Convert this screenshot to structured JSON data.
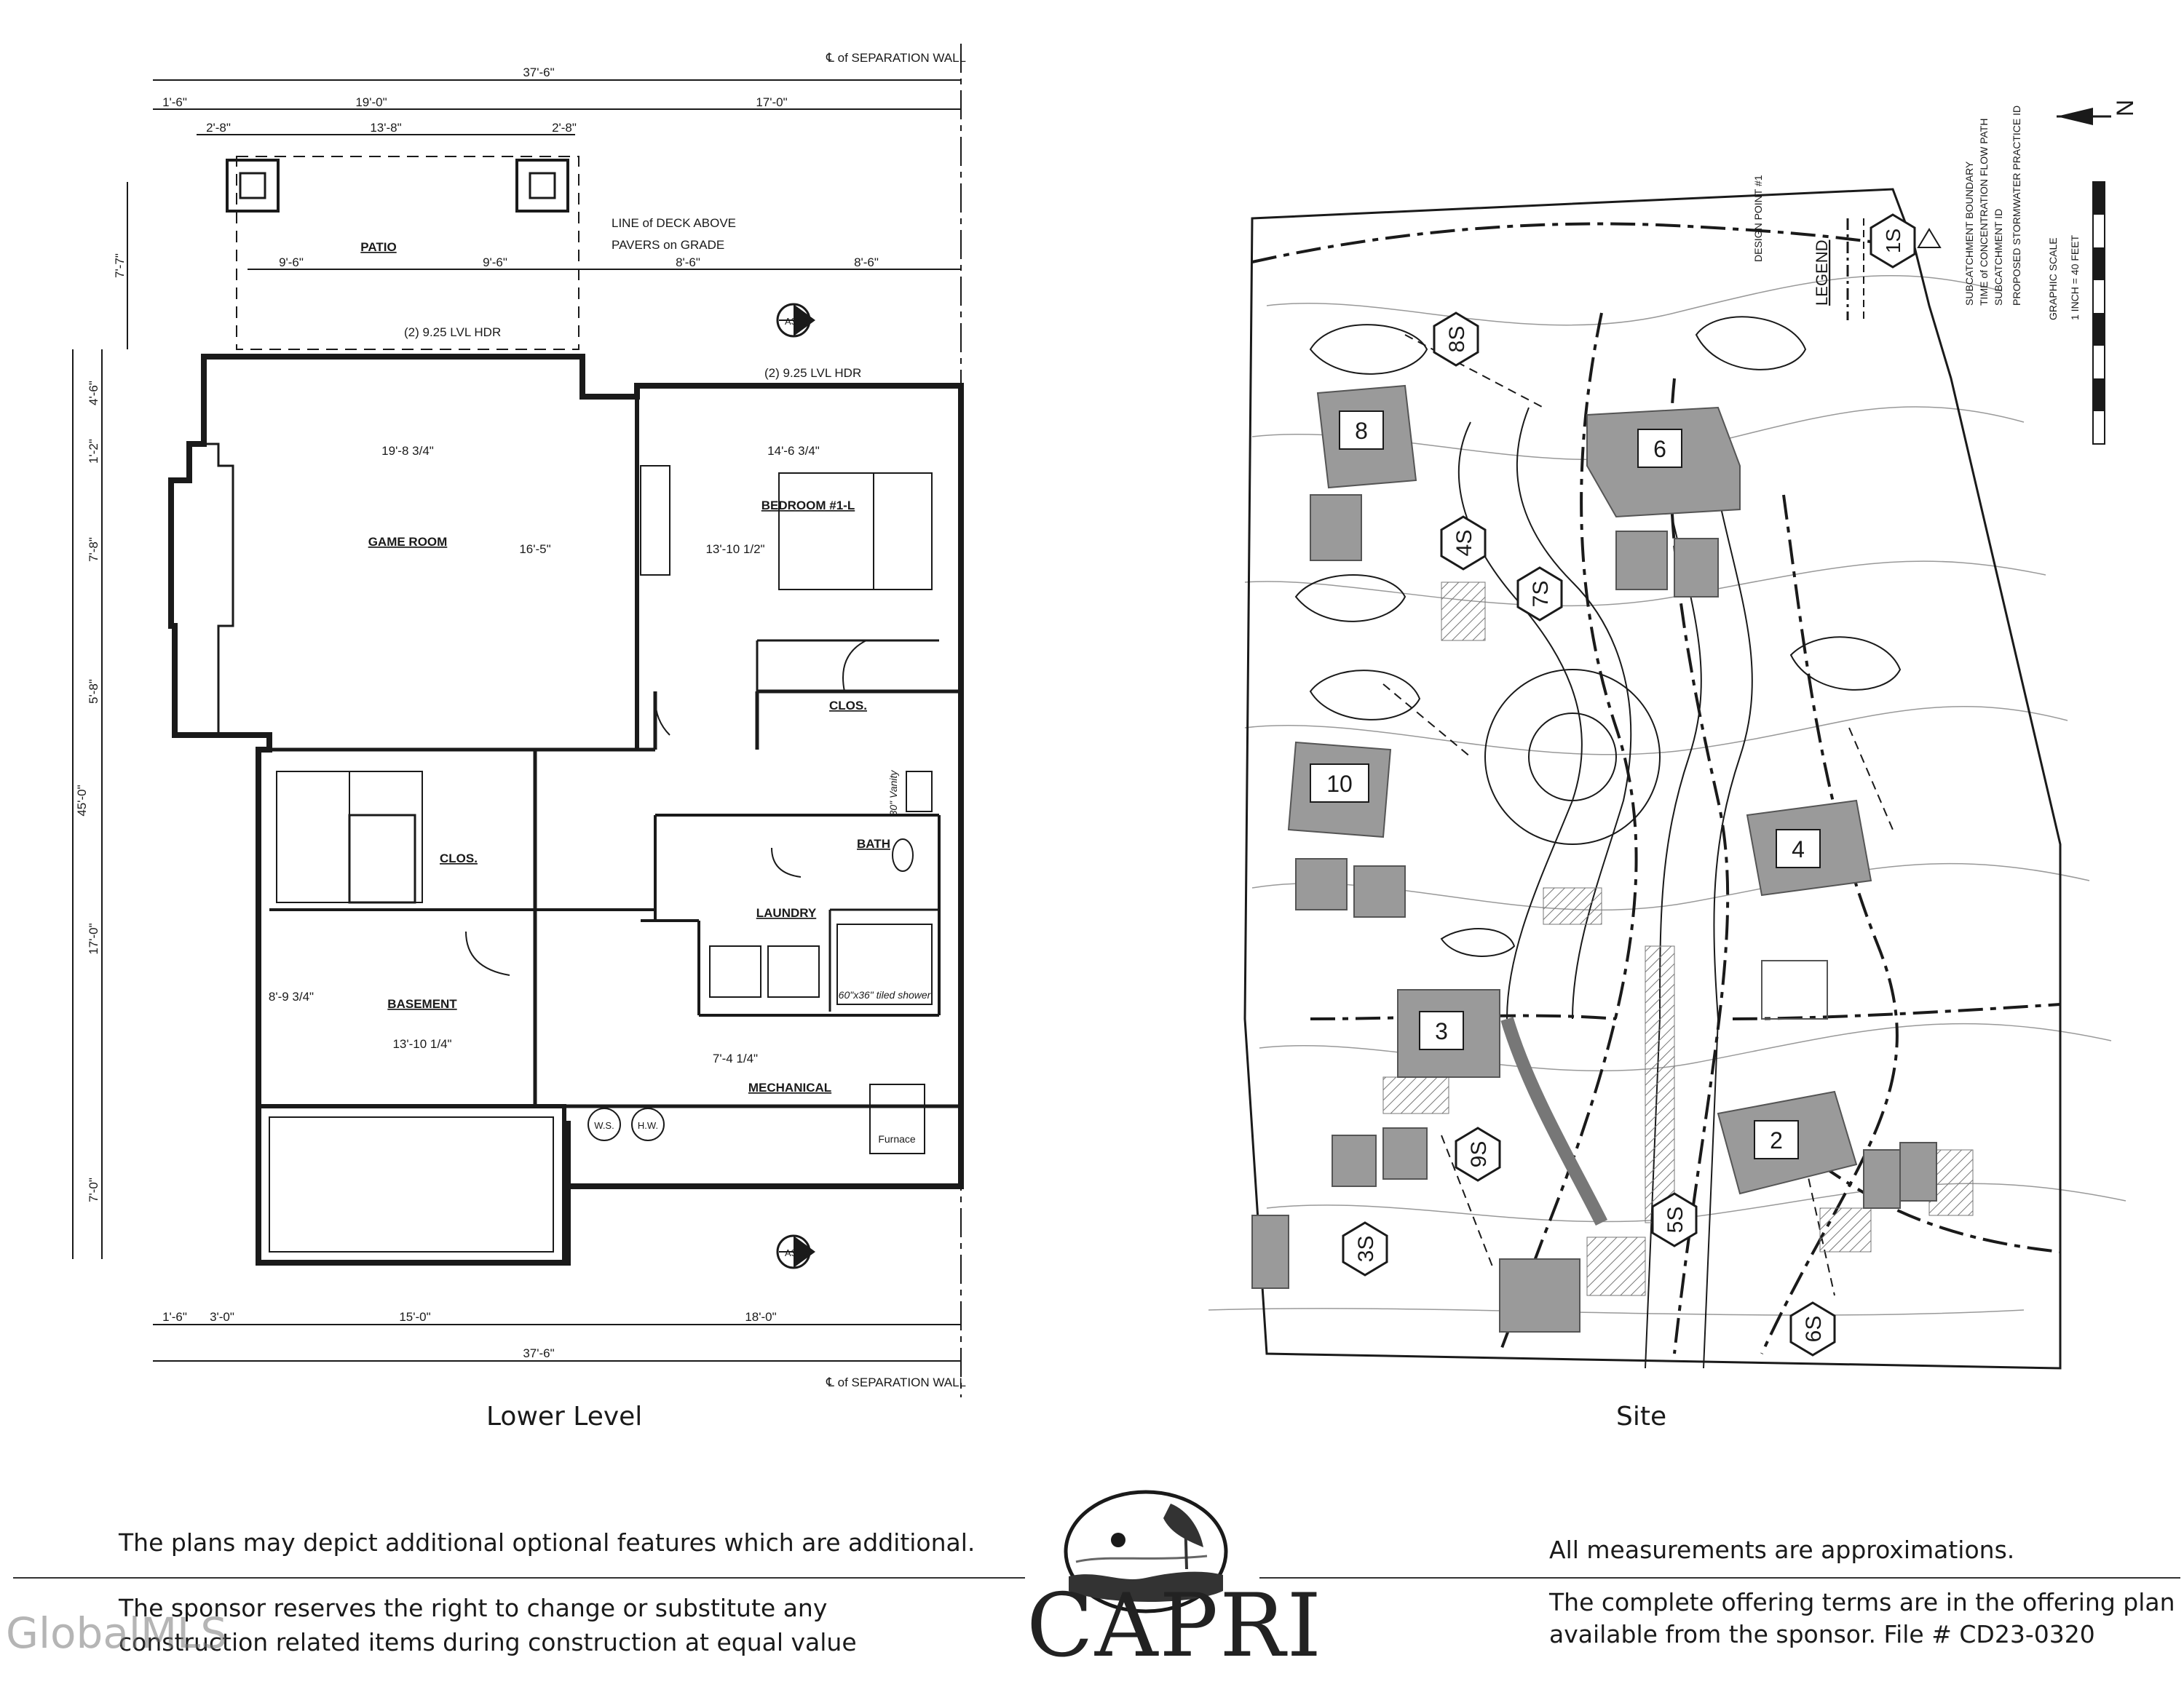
{
  "floor_plan": {
    "top_note": "℄ of SEPARATION WALL",
    "bottom_note": "℄ of SEPARATION WALL",
    "overall_width": "37'-6\"",
    "overall_depth": "45'-0\"",
    "top_dims": [
      "1'-6\"",
      "19'-0\"",
      "17'-0\""
    ],
    "top_dims_2": [
      "2'-8\"",
      "13'-8\"",
      "2'-8\""
    ],
    "patio_dims": [
      "9'-6\"",
      "9'-6\"",
      "8'-6\"",
      "8'-6\""
    ],
    "bottom_dims": [
      "1'-6\"",
      "3'-0\"",
      "15'-0\"",
      "18'-0\""
    ],
    "left_dims": [
      "7'-7\"",
      "4'-6\"",
      "1'-2\"",
      "7'-8\"",
      "5'-8\"",
      "17'-0\"",
      "7'-0\""
    ],
    "patio_notes": [
      "LINE of DECK ABOVE",
      "PAVERS on GRADE"
    ],
    "header_labels": [
      "(2) 9.25 LVL HDR",
      "(2) 9.25 LVL HDR"
    ],
    "section_marker": "A300",
    "rooms": [
      {
        "name": "PATIO"
      },
      {
        "name": "GAME ROOM",
        "dim_a": "19'-8 3/4\"",
        "dim_b": "16'-5\""
      },
      {
        "name": "BEDROOM #1-L",
        "dim_a": "14'-6 3/4\"",
        "dim_b": "13'-10 1/2\""
      },
      {
        "name": "CLOS."
      },
      {
        "name": "CLOS."
      },
      {
        "name": "BATH"
      },
      {
        "name": "LAUNDRY"
      },
      {
        "name": "BASEMENT",
        "dim_a": "13'-10 1/4\"",
        "dim_b": "8'-9 3/4\""
      },
      {
        "name": "MECHANICAL",
        "dim_a": "7'-4 1/4\""
      }
    ],
    "fixture_labels": [
      "60\"x36\" tiled shower",
      "Furnace",
      "W.S.",
      "H.W.",
      "30\" Vanity"
    ]
  },
  "site_plan": {
    "lots": [
      "8",
      "6",
      "10",
      "4",
      "3",
      "2"
    ],
    "subcatchments": [
      "8S",
      "4S",
      "7S",
      "9S",
      "3S",
      "5S",
      "6S"
    ],
    "legend_title": "LEGEND",
    "legend_items": [
      "SUBCATCHMENT BOUNDARY",
      "TIME of CONCENTRATION FLOW PATH",
      "SUBCATCHMENT ID",
      "PROPOSED STORMWATER PRACTICE ID"
    ],
    "legend_symbol": "1S",
    "scale_label": "GRAPHIC SCALE",
    "scale_note": "1 INCH = 40 FEET",
    "north": "N",
    "design_point": "DESIGN POINT #1"
  },
  "captions": {
    "lower_level": "Lower Level",
    "site": "Site"
  },
  "notes": {
    "left_1": "The plans may depict additional optional features which are additional.",
    "left_2": "The sponsor reserves the right to change or substitute any",
    "left_3": "construction related items during construction at equal value",
    "right_1": "All measurements are approximations.",
    "right_2": "The complete offering terms are in the offering plan",
    "right_3": "available from the sponsor. File # CD23-0320"
  },
  "logo": {
    "wordmark": "CAPRI"
  },
  "watermark": "GlobalMLS",
  "colors": {
    "ink": "#1a1a1a",
    "lot_fill": "#9a9a9a",
    "hatch": "#777777"
  }
}
